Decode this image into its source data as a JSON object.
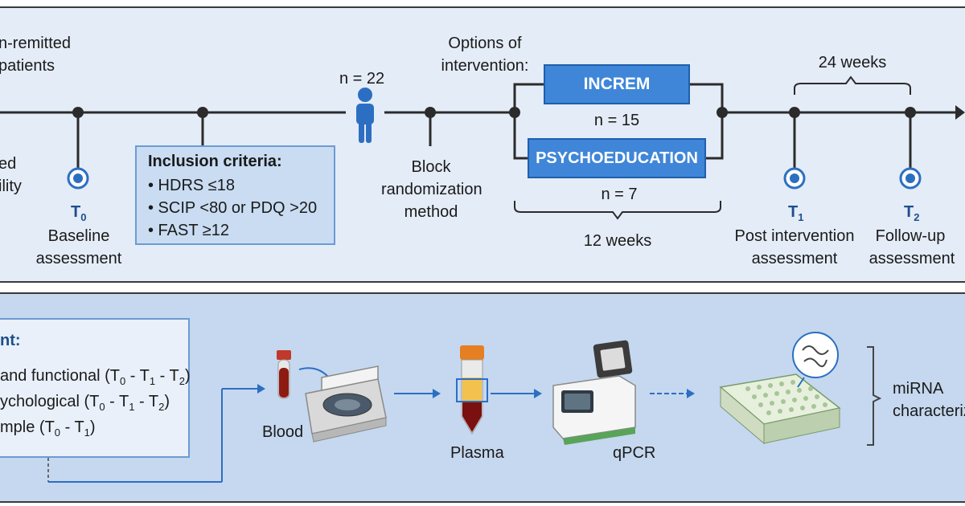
{
  "top": {
    "population_line1": "n-remitted",
    "population_line2": "patients",
    "side_line1": "ed",
    "side_line2": "ility",
    "t0_label": "T",
    "t0_sub": "0",
    "t0_line1": "Baseline",
    "t0_line2": "assessment",
    "criteria": {
      "title": "Inclusion criteria:",
      "items": [
        "• HDRS ≤18",
        "• SCIP <80 or PDQ >20",
        "• FAST ≥12"
      ]
    },
    "n_total": "n = 22",
    "randomization_line1": "Block",
    "randomization_line2": "randomization",
    "randomization_line3": "method",
    "options_line1": "Options of",
    "options_line2": "intervention:",
    "arm1_label": "INCREM",
    "arm1_n": "n = 15",
    "arm2_label": "PSYCHOEDUCATION",
    "arm2_n": "n = 7",
    "duration_intervention": "12 weeks",
    "duration_followup": "24 weeks",
    "t1_label": "T",
    "t1_sub": "1",
    "t1_line1": "Post intervention",
    "t1_line2": "assessment",
    "t2_label": "T",
    "t2_sub": "2",
    "t2_line1": "Follow-up",
    "t2_line2": "assessment",
    "colors": {
      "accent": "#3f86d8",
      "timepoint": "#1e4e8c",
      "panel_top": "#e4ecf7",
      "panel_bottom": "#c5d8ef"
    }
  },
  "bottom": {
    "assessment_title": "nt:",
    "row1_text": "and functional (T",
    "row1_s0": "0",
    "row1_mid1": " - T",
    "row1_s1": "1",
    "row1_mid2": " - T",
    "row1_s2": "2",
    "row1_end": ")",
    "row2_text": "ychological (T",
    "row2_s0": "0",
    "row2_mid1": " - T",
    "row2_s1": "1",
    "row2_mid2": " - T",
    "row2_s2": "2",
    "row2_end": ")",
    "row3_text": "mple (T",
    "row3_s0": "0",
    "row3_mid1": " - T",
    "row3_s1": "1",
    "row3_end": ")",
    "blood_label": "Blood",
    "plasma_label": "Plasma",
    "qpcr_label": "qPCR",
    "result_line1": "miRNA",
    "result_line2": "characteriz"
  }
}
